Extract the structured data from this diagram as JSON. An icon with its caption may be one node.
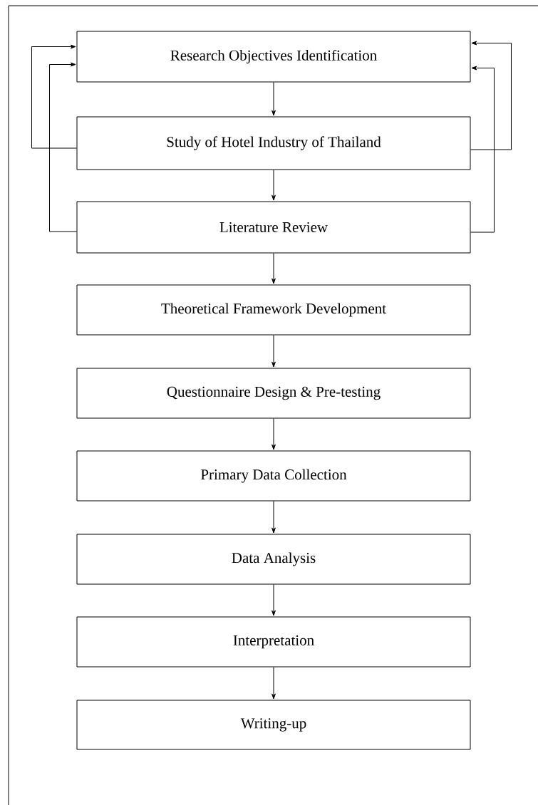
{
  "diagram": {
    "nodes": [
      {
        "text": [
          "Research Objectives Identification"
        ]
      },
      {
        "text": [
          "Study of Hotel Industry of Thailand"
        ]
      },
      {
        "text": [
          "Literature Review"
        ]
      },
      {
        "text": [
          "Theoretical Framework Development"
        ]
      },
      {
        "text": [
          "Questionnaire Design & Pre-testing"
        ]
      },
      {
        "text": [
          "Primary Data Collection"
        ]
      },
      {
        "text": [
          "Data Analysis"
        ]
      },
      {
        "text": [
          "Interpretation"
        ]
      },
      {
        "text": [
          "Writing-up"
        ]
      }
    ],
    "edges": [
      {
        "from": 0,
        "to": 1,
        "arrow": "to"
      },
      {
        "from": 1,
        "to": 2,
        "arrow": "to"
      },
      {
        "from": 2,
        "to": 3,
        "arrow": "to"
      },
      {
        "from": 3,
        "to": 4,
        "arrow": "to"
      },
      {
        "from": 4,
        "to": 5,
        "arrow": "to"
      },
      {
        "from": 5,
        "to": 6,
        "arrow": "to"
      },
      {
        "from": 6,
        "to": 7,
        "arrow": "to"
      },
      {
        "from": 7,
        "to": 8,
        "arrow": "to"
      },
      {
        "from": 1,
        "to": 0,
        "arrow": "to"
      },
      {
        "from": 2,
        "to": 0,
        "arrow": "to"
      },
      {
        "from": 1,
        "to": 0,
        "arrow": "to"
      },
      {
        "from": 2,
        "to": 0,
        "arrow": "to"
      }
    ]
  }
}
